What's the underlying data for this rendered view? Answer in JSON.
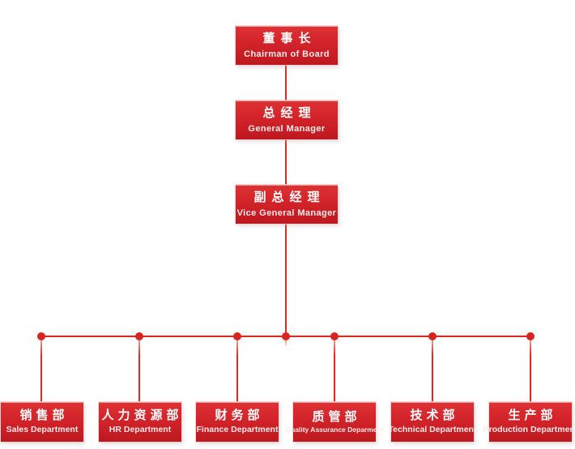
{
  "colors": {
    "box_red": "#d2232a",
    "box_red_dark": "#bd181f",
    "line_red": "#e0281f",
    "title_text": "#ffffff",
    "subtitle_text": "#fbeaea"
  },
  "top_chain": [
    {
      "zh": "董事长",
      "en": "Chairman of Board"
    },
    {
      "zh": "总经理",
      "en": "General Manager"
    },
    {
      "zh": "副总经理",
      "en": "Vice General Manager"
    }
  ],
  "departments": [
    {
      "zh": "销售部",
      "en": "Sales Department"
    },
    {
      "zh": "人力资源部",
      "en": "HR Department"
    },
    {
      "zh": "财务部",
      "en": "Finance Department"
    },
    {
      "zh": "质管部",
      "en": "Quality Assurance Deparment"
    },
    {
      "zh": "技术部",
      "en": "Technical Department"
    },
    {
      "zh": "生产部",
      "en": "Production Department"
    }
  ]
}
